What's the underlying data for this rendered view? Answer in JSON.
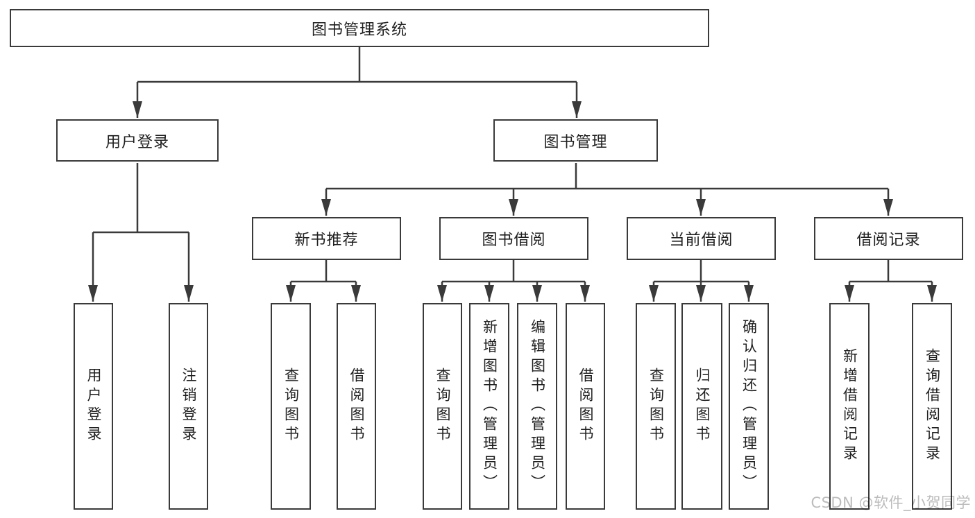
{
  "diagram": {
    "title_node": {
      "label": "图书管理系统"
    },
    "level2": [
      {
        "label": "用户登录"
      },
      {
        "label": "图书管理"
      }
    ],
    "level3": [
      {
        "label": "新书推荐"
      },
      {
        "label": "图书借阅"
      },
      {
        "label": "当前借阅"
      },
      {
        "label": "借阅记录"
      }
    ],
    "leaves": {
      "user_login": [
        "用户登录",
        "注销登录"
      ],
      "new_book_recommend": [
        "查询图书",
        "借阅图书"
      ],
      "book_borrowing": [
        "查询图书",
        "新增图书（管理员）",
        "编辑图书（管理员）",
        "借阅图书"
      ],
      "current_borrowing": [
        "查询图书",
        "归还图书",
        "确认归还（管理员）"
      ],
      "borrowing_records": [
        "新增借阅记录",
        "查询借阅记录"
      ]
    }
  },
  "watermark": "CSDN @软件_小贺同学",
  "colors": {
    "line": "#3a3a3a",
    "text": "#1f1f1f",
    "watermark": "#bcbcbc",
    "background": "#ffffff"
  }
}
